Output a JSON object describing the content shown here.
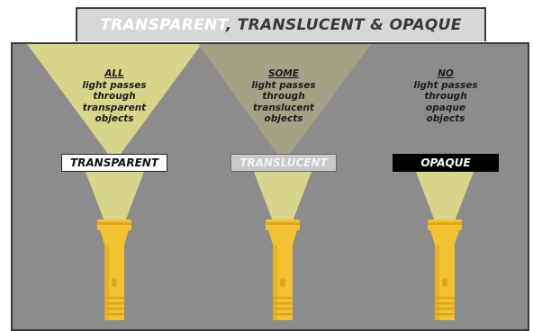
{
  "title": {
    "part1": "TRANSPARENT",
    "part2": ", TRANSLUCENT & OPAQUE"
  },
  "columns": [
    {
      "quantity": "ALL",
      "lines": [
        "light passes",
        "through",
        "transparent",
        "objects"
      ],
      "label": "TRANSPARENT"
    },
    {
      "quantity": "SOME",
      "lines": [
        "light passes",
        "through",
        "translucent",
        "objects"
      ],
      "label": "TRANSLUCENT"
    },
    {
      "quantity": "NO",
      "lines": [
        "light passes",
        "through",
        "opaque",
        "objects"
      ],
      "label": "OPAQUE"
    }
  ],
  "colors": {
    "panel": "#8c8c8c",
    "beam_bright": "#d6d58a",
    "beam_dim": "#a3a286",
    "flashlight": "#f2c230",
    "flashlight_shade": "#e0a51e"
  }
}
